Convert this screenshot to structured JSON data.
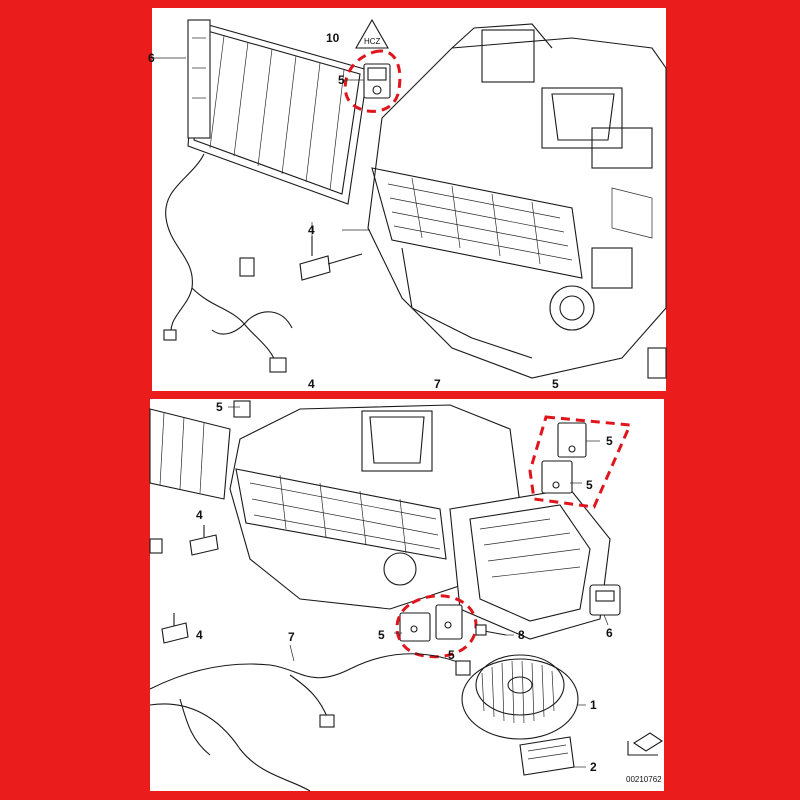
{
  "top_panel": {
    "callouts": {
      "c10": "10",
      "c5_top": "5",
      "c6": "6",
      "c4_top": "4",
      "c4_bottom": "4",
      "c7": "7",
      "c5_bottom": "5"
    },
    "triangle_label": "HCZ"
  },
  "bottom_panel": {
    "callouts": {
      "c5_topleft": "5",
      "c5_right_a": "5",
      "c5_right_b": "5",
      "c4_mid": "4",
      "c4_low": "4",
      "c7": "7",
      "c5_bl": "5",
      "c5_br": "5",
      "c8": "8",
      "c6": "6",
      "c1": "1",
      "c2": "2"
    },
    "catalog_number": "00210762"
  },
  "colors": {
    "background": "#ea1c1c",
    "highlight": "#e0141b"
  }
}
